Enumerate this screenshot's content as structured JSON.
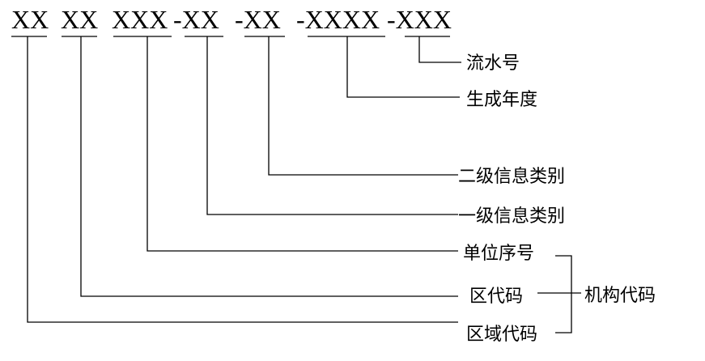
{
  "code": {
    "segments": [
      "XX",
      "XX",
      "XXX",
      "-XX",
      "-XX",
      "-XXXX",
      "-XXX"
    ]
  },
  "labels": {
    "serial_number": "流水号",
    "generation_year": "生成年度",
    "secondary_category": "二级信息类别",
    "primary_category": "一级信息类别",
    "unit_number": "单位序号",
    "district_code": "区代码",
    "region_code": "区域代码",
    "organization_code": "机构代码"
  }
}
